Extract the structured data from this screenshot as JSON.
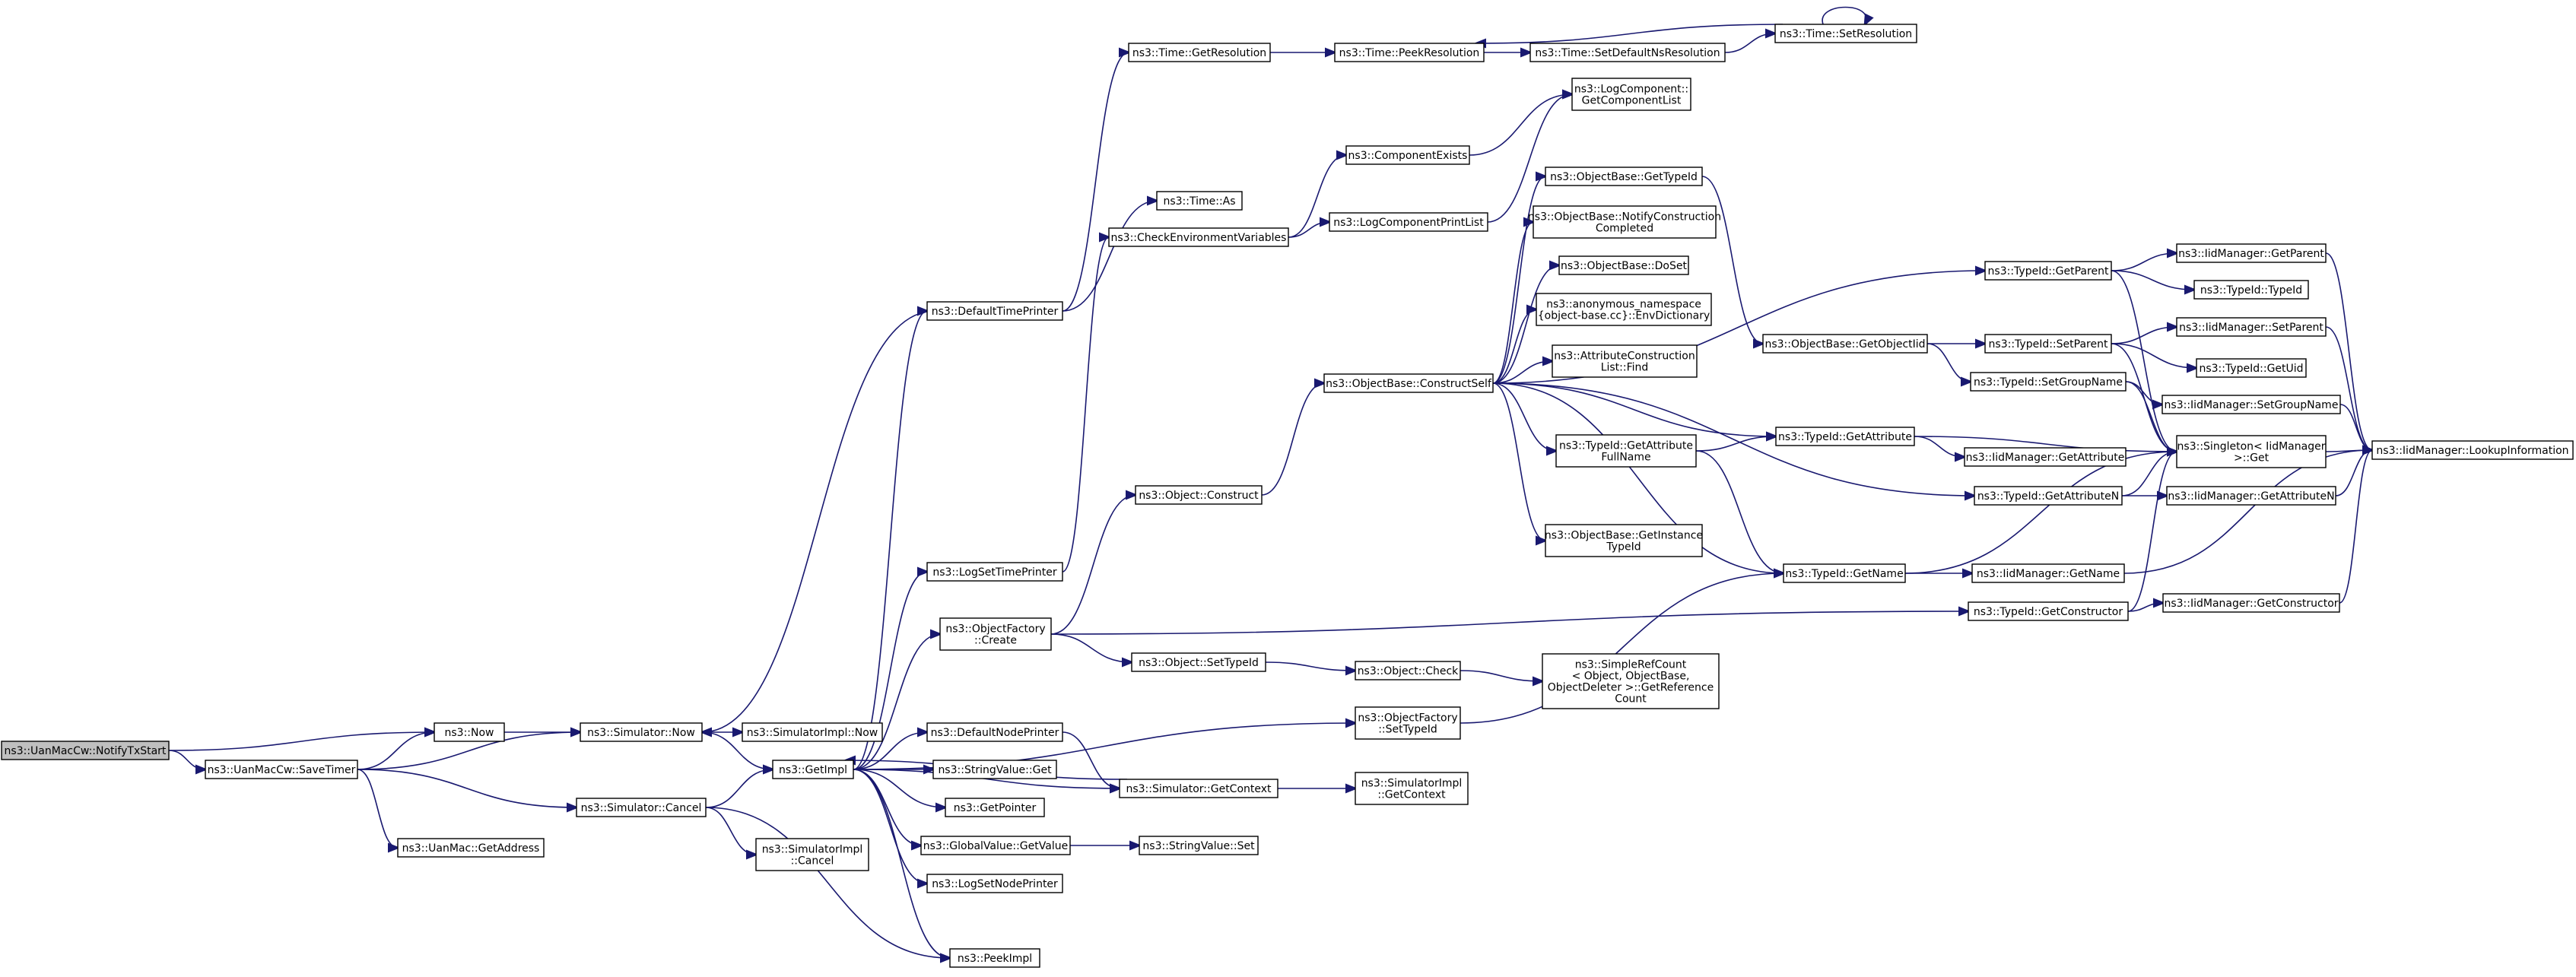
{
  "colors": {
    "edge": "#191970",
    "root_fill": "#bfbfbf",
    "node_fill": "#ffffff",
    "node_stroke": "#000000"
  },
  "root": "n_notify",
  "nodes": [
    {
      "id": "n_notify",
      "lines": [
        "ns3::UanMacCw::NotifyTxStart"
      ]
    },
    {
      "id": "n_savetimer",
      "lines": [
        "ns3::UanMacCw::SaveTimer"
      ]
    },
    {
      "id": "n_getaddress",
      "lines": [
        "ns3::UanMac::GetAddress"
      ]
    },
    {
      "id": "n_now",
      "lines": [
        "ns3::Now"
      ]
    },
    {
      "id": "n_simnow",
      "lines": [
        "ns3::Simulator::Now"
      ]
    },
    {
      "id": "n_cancel",
      "lines": [
        "ns3::Simulator::Cancel"
      ]
    },
    {
      "id": "n_simimplnow",
      "lines": [
        "ns3::SimulatorImpl::Now"
      ]
    },
    {
      "id": "n_simimplcancel",
      "lines": [
        "ns3::SimulatorImpl",
        "::Cancel"
      ]
    },
    {
      "id": "n_getimpl",
      "lines": [
        "ns3::GetImpl"
      ]
    },
    {
      "id": "n_defaulttimeprinter",
      "lines": [
        "ns3::DefaultTimePrinter"
      ]
    },
    {
      "id": "n_logsettimeprinter",
      "lines": [
        "ns3::LogSetTimePrinter"
      ]
    },
    {
      "id": "n_objfactorycreate",
      "lines": [
        "ns3::ObjectFactory",
        "::Create"
      ]
    },
    {
      "id": "n_defaultnodeprinter",
      "lines": [
        "ns3::DefaultNodePrinter"
      ]
    },
    {
      "id": "n_stringvalueget",
      "lines": [
        "ns3::StringValue::Get"
      ]
    },
    {
      "id": "n_getpointer",
      "lines": [
        "ns3::GetPointer"
      ]
    },
    {
      "id": "n_globalvalueget",
      "lines": [
        "ns3::GlobalValue::GetValue"
      ]
    },
    {
      "id": "n_logsetnodeprinter",
      "lines": [
        "ns3::LogSetNodePrinter"
      ]
    },
    {
      "id": "n_peekimpl",
      "lines": [
        "ns3::PeekImpl"
      ]
    },
    {
      "id": "n_timegetres",
      "lines": [
        "ns3::Time::GetResolution"
      ]
    },
    {
      "id": "n_timeas",
      "lines": [
        "ns3::Time::As"
      ]
    },
    {
      "id": "n_checkenv",
      "lines": [
        "ns3::CheckEnvironmentVariables"
      ]
    },
    {
      "id": "n_objconstruct",
      "lines": [
        "ns3::Object::Construct"
      ]
    },
    {
      "id": "n_objsettypeid",
      "lines": [
        "ns3::Object::SetTypeId"
      ]
    },
    {
      "id": "n_simgetcontext",
      "lines": [
        "ns3::Simulator::GetContext"
      ]
    },
    {
      "id": "n_stringvalueset",
      "lines": [
        "ns3::StringValue::Set"
      ]
    },
    {
      "id": "n_timepeekres",
      "lines": [
        "ns3::Time::PeekResolution"
      ]
    },
    {
      "id": "n_componentexists",
      "lines": [
        "ns3::ComponentExists"
      ]
    },
    {
      "id": "n_logcompprintlist",
      "lines": [
        "ns3::LogComponentPrintList"
      ]
    },
    {
      "id": "n_objbaseconstructself",
      "lines": [
        "ns3::ObjectBase::ConstructSelf"
      ]
    },
    {
      "id": "n_objcheck",
      "lines": [
        "ns3::Object::Check"
      ]
    },
    {
      "id": "n_objfactorysettypeid",
      "lines": [
        "ns3::ObjectFactory",
        "::SetTypeId"
      ]
    },
    {
      "id": "n_simimplgetcontext",
      "lines": [
        "ns3::SimulatorImpl",
        "::GetContext"
      ]
    },
    {
      "id": "n_timesetdefaultns",
      "lines": [
        "ns3::Time::SetDefaultNsResolution"
      ]
    },
    {
      "id": "n_logcompgetlist",
      "lines": [
        "ns3::LogComponent::",
        "GetComponentList"
      ]
    },
    {
      "id": "n_objbasegettypeid",
      "lines": [
        "ns3::ObjectBase::GetTypeId"
      ]
    },
    {
      "id": "n_objbasenotify",
      "lines": [
        "ns3::ObjectBase::NotifyConstruction",
        "Completed"
      ]
    },
    {
      "id": "n_objbasedoset",
      "lines": [
        "ns3::ObjectBase::DoSet"
      ]
    },
    {
      "id": "n_envdict",
      "lines": [
        "ns3::anonymous_namespace",
        "{object-base.cc}::EnvDictionary"
      ]
    },
    {
      "id": "n_attrconstructfind",
      "lines": [
        "ns3::AttributeConstruction",
        "List::Find"
      ]
    },
    {
      "id": "n_typeidgetattrfull",
      "lines": [
        "ns3::TypeId::GetAttribute",
        "FullName"
      ]
    },
    {
      "id": "n_objbasegetinst",
      "lines": [
        "ns3::ObjectBase::GetInstance",
        "TypeId"
      ]
    },
    {
      "id": "n_simplerefcount",
      "lines": [
        "ns3::SimpleRefCount",
        "< Object, ObjectBase,",
        "ObjectDeleter >::GetReference",
        "Count"
      ]
    },
    {
      "id": "n_timesetres",
      "lines": [
        "ns3::Time::SetResolution"
      ]
    },
    {
      "id": "n_objbasegetobjectiid",
      "lines": [
        "ns3::ObjectBase::GetObjectIid"
      ]
    },
    {
      "id": "n_typeidgetattr",
      "lines": [
        "ns3::TypeId::GetAttribute"
      ]
    },
    {
      "id": "n_typeidgetname",
      "lines": [
        "ns3::TypeId::GetName"
      ]
    },
    {
      "id": "n_typeidgetparent",
      "lines": [
        "ns3::TypeId::GetParent"
      ]
    },
    {
      "id": "n_typeidsetparent",
      "lines": [
        "ns3::TypeId::SetParent"
      ]
    },
    {
      "id": "n_typeidsetgroup",
      "lines": [
        "ns3::TypeId::SetGroupName"
      ]
    },
    {
      "id": "n_iidgetattr",
      "lines": [
        "ns3::IidManager::GetAttribute"
      ]
    },
    {
      "id": "n_typeidgetattrn",
      "lines": [
        "ns3::TypeId::GetAttributeN"
      ]
    },
    {
      "id": "n_iidgetname",
      "lines": [
        "ns3::IidManager::GetName"
      ]
    },
    {
      "id": "n_typeidgetctor",
      "lines": [
        "ns3::TypeId::GetConstructor"
      ]
    },
    {
      "id": "n_iidgetparent",
      "lines": [
        "ns3::IidManager::GetParent"
      ]
    },
    {
      "id": "n_typeidtypeid",
      "lines": [
        "ns3::TypeId::TypeId"
      ]
    },
    {
      "id": "n_iidsetparent",
      "lines": [
        "ns3::IidManager::SetParent"
      ]
    },
    {
      "id": "n_typeidgetuid",
      "lines": [
        "ns3::TypeId::GetUid"
      ]
    },
    {
      "id": "n_iidsetgroup",
      "lines": [
        "ns3::IidManager::SetGroupName"
      ]
    },
    {
      "id": "n_singletonget",
      "lines": [
        "ns3::Singleton< IidManager",
        " >::Get"
      ]
    },
    {
      "id": "n_iidgetattrn",
      "lines": [
        "ns3::IidManager::GetAttributeN"
      ]
    },
    {
      "id": "n_iidgetctor",
      "lines": [
        "ns3::IidManager::GetConstructor"
      ]
    },
    {
      "id": "n_iidlookup",
      "lines": [
        "ns3::IidManager::LookupInformation"
      ]
    }
  ],
  "edges": [
    [
      "n_notify",
      "n_now"
    ],
    [
      "n_notify",
      "n_savetimer"
    ],
    [
      "n_savetimer",
      "n_now"
    ],
    [
      "n_savetimer",
      "n_simnow"
    ],
    [
      "n_savetimer",
      "n_cancel"
    ],
    [
      "n_savetimer",
      "n_getaddress"
    ],
    [
      "n_now",
      "n_simnow"
    ],
    [
      "n_simnow",
      "n_simimplnow"
    ],
    [
      "n_simnow",
      "n_getimpl"
    ],
    [
      "n_cancel",
      "n_getimpl"
    ],
    [
      "n_cancel",
      "n_simimplcancel"
    ],
    [
      "n_cancel",
      "n_peekimpl"
    ],
    [
      "n_getimpl",
      "n_defaulttimeprinter"
    ],
    [
      "n_getimpl",
      "n_logsettimeprinter"
    ],
    [
      "n_getimpl",
      "n_objfactorycreate"
    ],
    [
      "n_getimpl",
      "n_objfactorysettypeid"
    ],
    [
      "n_getimpl",
      "n_defaultnodeprinter"
    ],
    [
      "n_getimpl",
      "n_stringvalueget"
    ],
    [
      "n_getimpl",
      "n_getpointer"
    ],
    [
      "n_getimpl",
      "n_globalvalueget"
    ],
    [
      "n_getimpl",
      "n_logsetnodeprinter"
    ],
    [
      "n_getimpl",
      "n_peekimpl"
    ],
    [
      "n_getimpl",
      "n_simgetcontext"
    ],
    [
      "n_defaulttimeprinter",
      "n_timegetres"
    ],
    [
      "n_defaulttimeprinter",
      "n_timeas"
    ],
    [
      "n_defaulttimeprinter",
      "n_simnow"
    ],
    [
      "n_logsettimeprinter",
      "n_checkenv"
    ],
    [
      "n_objfactorycreate",
      "n_objconstruct"
    ],
    [
      "n_objfactorycreate",
      "n_objsettypeid"
    ],
    [
      "n_objfactorycreate",
      "n_typeidgetctor"
    ],
    [
      "n_defaultnodeprinter",
      "n_simgetcontext"
    ],
    [
      "n_globalvalueget",
      "n_stringvalueset"
    ],
    [
      "n_simgetcontext",
      "n_getimpl"
    ],
    [
      "n_simgetcontext",
      "n_simimplgetcontext"
    ],
    [
      "n_timegetres",
      "n_timepeekres"
    ],
    [
      "n_timepeekres",
      "n_timesetdefaultns"
    ],
    [
      "n_timesetdefaultns",
      "n_timesetres"
    ],
    [
      "n_timesetres",
      "n_timesetres"
    ],
    [
      "n_timesetres",
      "n_timepeekres"
    ],
    [
      "n_checkenv",
      "n_componentexists"
    ],
    [
      "n_checkenv",
      "n_logcompprintlist"
    ],
    [
      "n_componentexists",
      "n_logcompgetlist"
    ],
    [
      "n_logcompprintlist",
      "n_logcompgetlist"
    ],
    [
      "n_objconstruct",
      "n_objbaseconstructself"
    ],
    [
      "n_objsettypeid",
      "n_objcheck"
    ],
    [
      "n_objcheck",
      "n_simplerefcount"
    ],
    [
      "n_objfactorysettypeid",
      "n_typeidgetname"
    ],
    [
      "n_objbaseconstructself",
      "n_typeidgetparent"
    ],
    [
      "n_objbaseconstructself",
      "n_objbasegettypeid"
    ],
    [
      "n_objbaseconstructself",
      "n_objbasenotify"
    ],
    [
      "n_objbaseconstructself",
      "n_objbasedoset"
    ],
    [
      "n_objbaseconstructself",
      "n_envdict"
    ],
    [
      "n_objbaseconstructself",
      "n_attrconstructfind"
    ],
    [
      "n_objbaseconstructself",
      "n_typeidgetattr"
    ],
    [
      "n_objbaseconstructself",
      "n_typeidgetattrfull"
    ],
    [
      "n_objbaseconstructself",
      "n_typeidgetattrn"
    ],
    [
      "n_objbaseconstructself",
      "n_objbasegetinst"
    ],
    [
      "n_objbaseconstructself",
      "n_typeidgetname"
    ],
    [
      "n_objbasegettypeid",
      "n_objbasegetobjectiid"
    ],
    [
      "n_objbasegetobjectiid",
      "n_typeidsetparent"
    ],
    [
      "n_objbasegetobjectiid",
      "n_typeidsetgroup"
    ],
    [
      "n_typeidgetattrfull",
      "n_typeidgetattr"
    ],
    [
      "n_typeidgetattrfull",
      "n_typeidgetname"
    ],
    [
      "n_typeidgetattr",
      "n_iidgetattr"
    ],
    [
      "n_typeidgetattr",
      "n_singletonget"
    ],
    [
      "n_typeidgetname",
      "n_iidgetname"
    ],
    [
      "n_typeidgetname",
      "n_singletonget"
    ],
    [
      "n_typeidgetparent",
      "n_iidgetparent"
    ],
    [
      "n_typeidgetparent",
      "n_typeidtypeid"
    ],
    [
      "n_typeidgetparent",
      "n_singletonget"
    ],
    [
      "n_typeidsetparent",
      "n_iidsetparent"
    ],
    [
      "n_typeidsetparent",
      "n_typeidgetuid"
    ],
    [
      "n_typeidsetparent",
      "n_singletonget"
    ],
    [
      "n_typeidsetgroup",
      "n_iidsetgroup"
    ],
    [
      "n_typeidsetgroup",
      "n_singletonget"
    ],
    [
      "n_typeidgetattrn",
      "n_iidgetattrn"
    ],
    [
      "n_typeidgetattrn",
      "n_singletonget"
    ],
    [
      "n_typeidgetctor",
      "n_iidgetctor"
    ],
    [
      "n_typeidgetctor",
      "n_singletonget"
    ],
    [
      "n_iidgetparent",
      "n_iidlookup"
    ],
    [
      "n_iidsetparent",
      "n_iidlookup"
    ],
    [
      "n_iidsetgroup",
      "n_iidlookup"
    ],
    [
      "n_iidgetattrn",
      "n_iidlookup"
    ],
    [
      "n_iidgetname",
      "n_iidlookup"
    ],
    [
      "n_iidgetctor",
      "n_iidlookup"
    ],
    [
      "n_singletonget",
      "n_iidlookup"
    ]
  ]
}
